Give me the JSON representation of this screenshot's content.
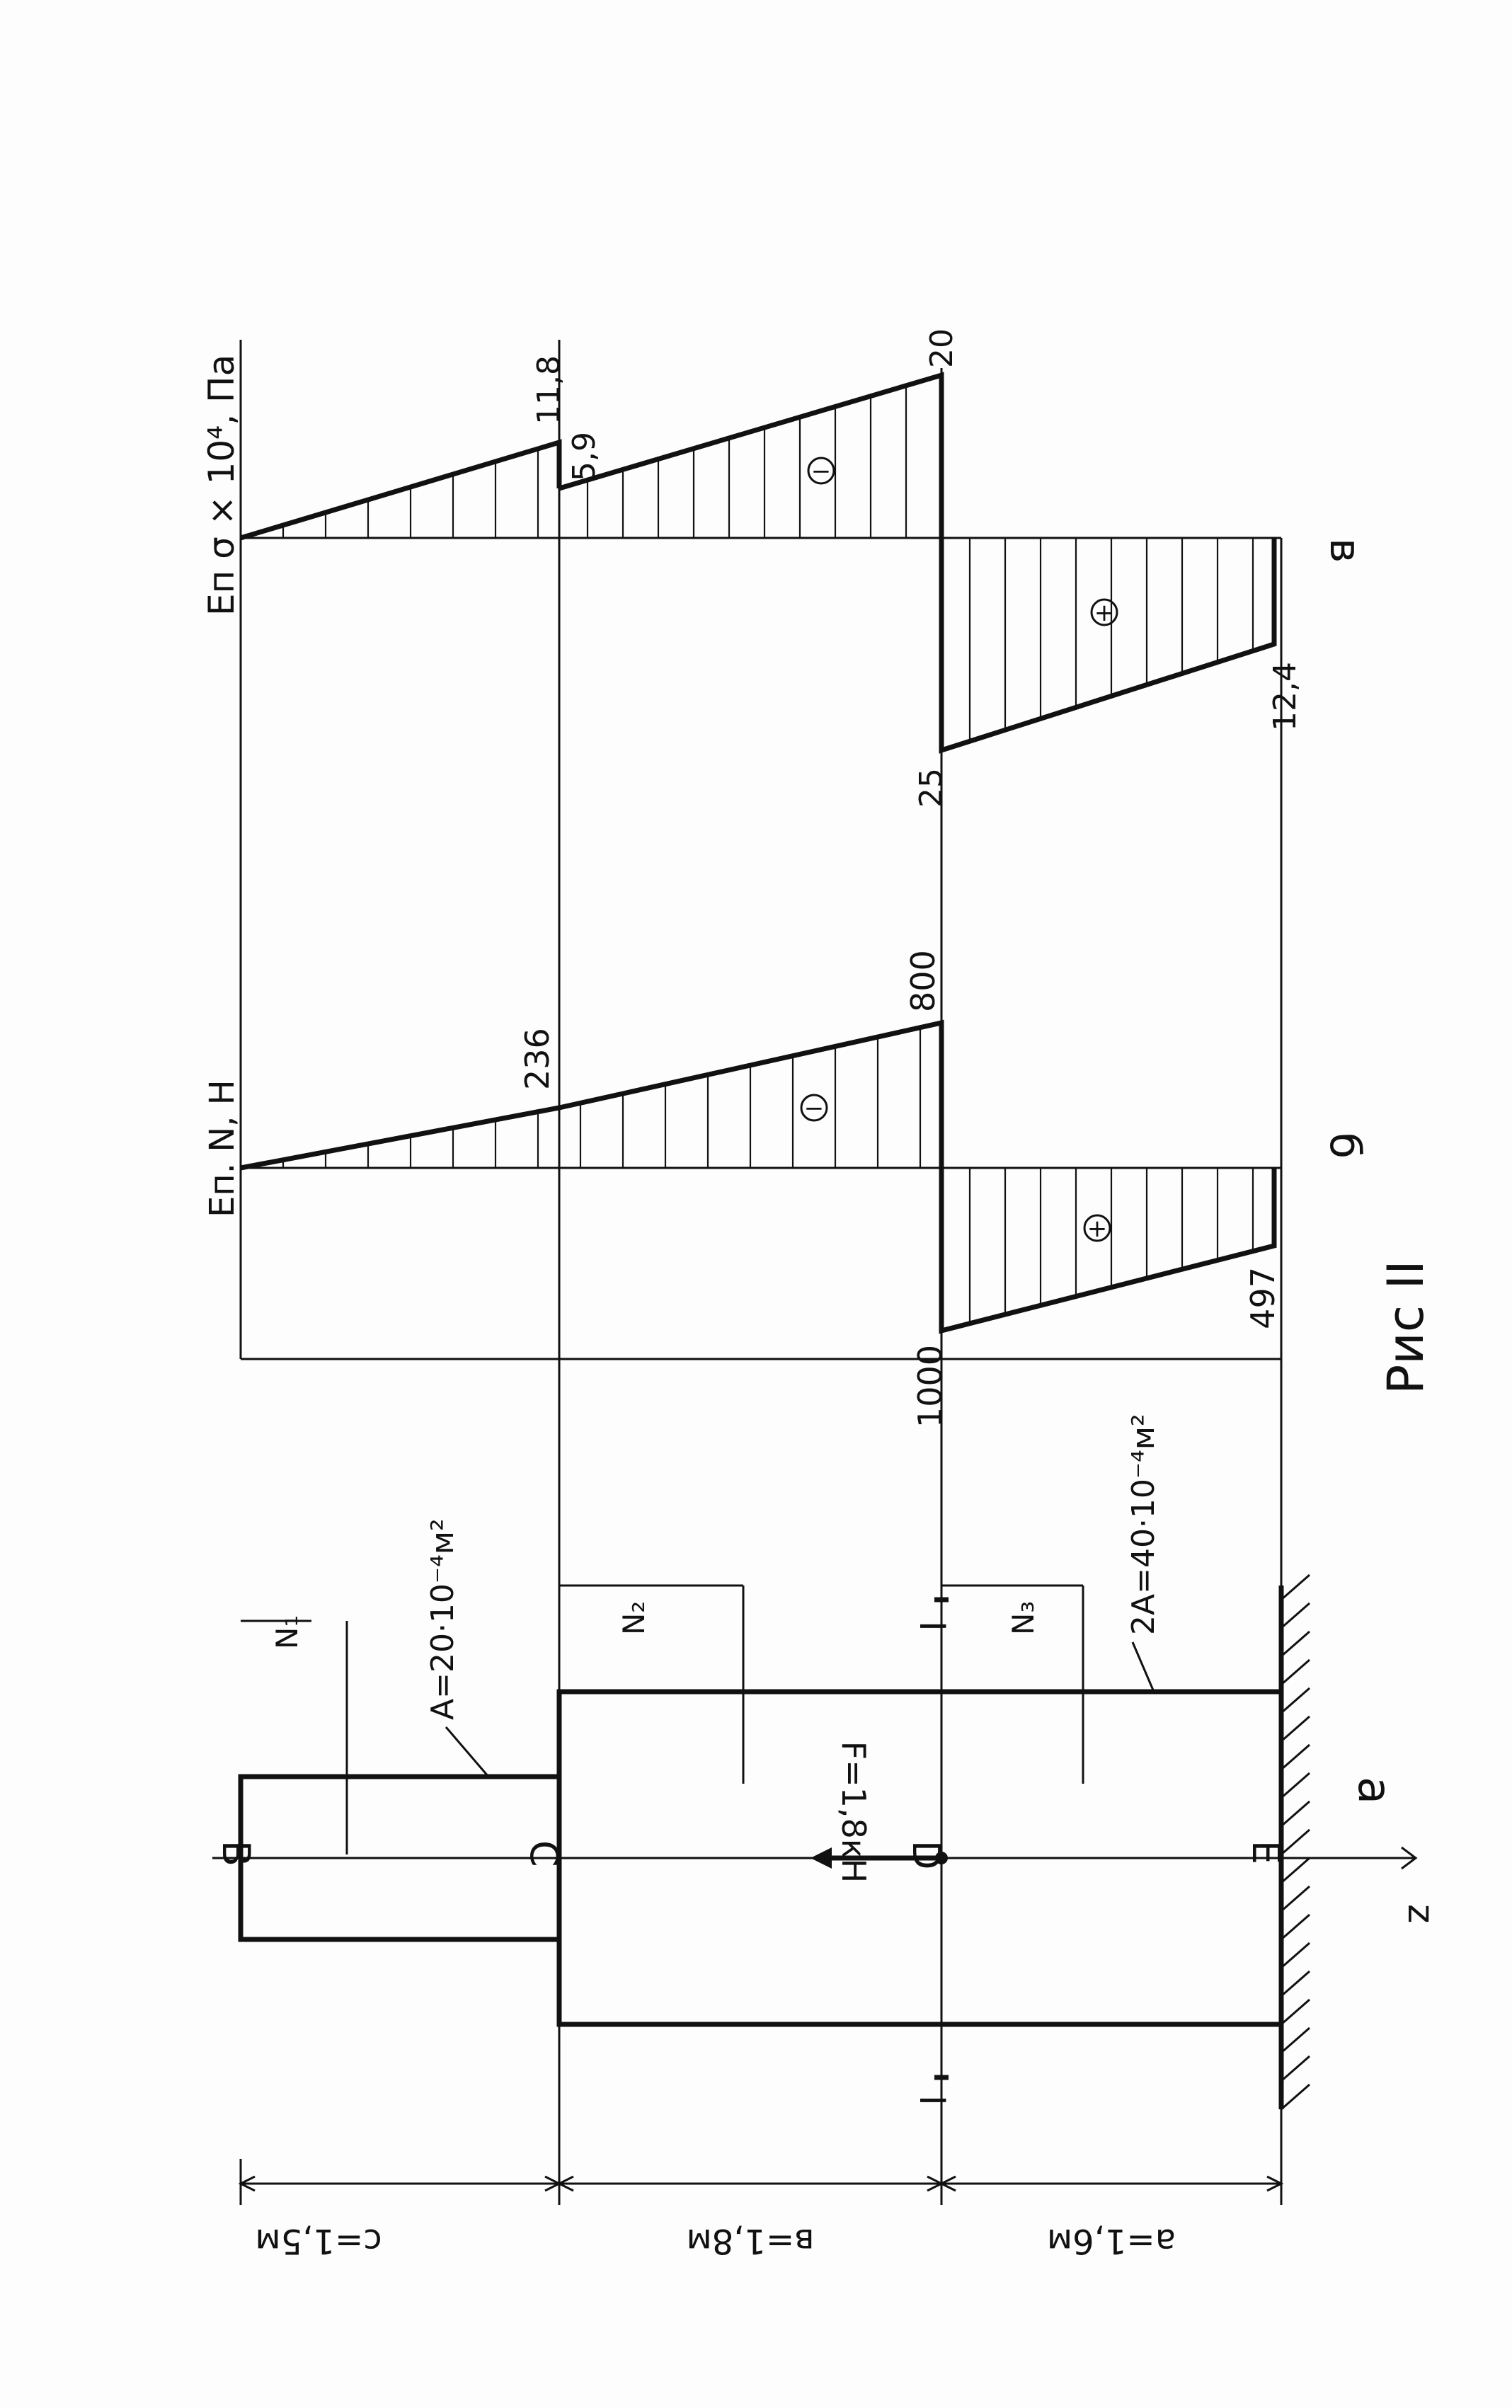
{
  "figure_caption": "Рис II",
  "panel_labels": {
    "a": "а",
    "b": "б",
    "c": "в"
  },
  "axis_label": "z",
  "points": [
    "B",
    "C",
    "D",
    "E"
  ],
  "section_marks": [
    "I",
    "I"
  ],
  "segments": {
    "c": "c=1,5м",
    "b": "в=1,8м",
    "a": "a=1,6м"
  },
  "areas": {
    "upper": "A=20·10⁻⁴м²",
    "lower": "2A=40·10⁻⁴м²"
  },
  "force": "F=1,8кН",
  "internal_forces": [
    "N₁",
    "N₂",
    "N₃"
  ],
  "diagram_N": {
    "title": "Еп. N, Н",
    "labels": [
      "236",
      "800",
      "1000",
      "497"
    ],
    "signs": [
      "−",
      "+"
    ]
  },
  "diagram_sigma": {
    "title": "Еп σ × 10⁴, Па",
    "labels": [
      "11,8",
      "5,9",
      "20",
      "25",
      "12,4"
    ],
    "signs": [
      "−",
      "+"
    ]
  }
}
